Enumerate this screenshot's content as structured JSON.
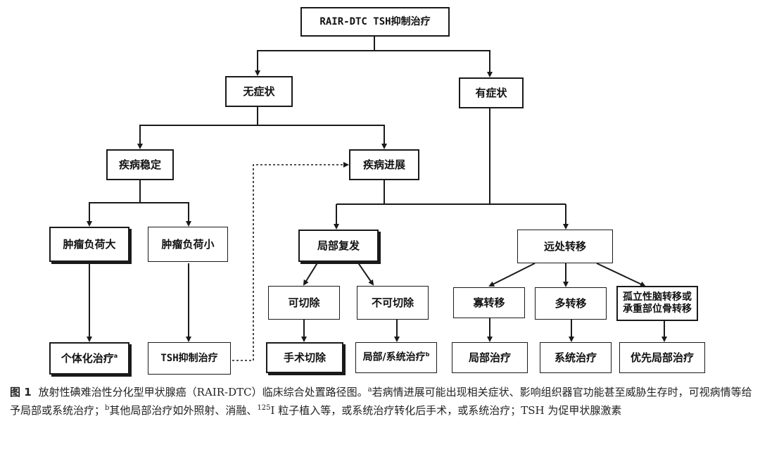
{
  "flowchart": {
    "root": "RAIR-DTC TSH抑制治疗",
    "asymptomatic": "无症状",
    "symptomatic": "有症状",
    "stable": "疾病稳定",
    "progression": "疾病进展",
    "large_burden": "肿瘤负荷大",
    "small_burden": "肿瘤负荷小",
    "individualized": "个体化治疗",
    "individualized_mark": "a",
    "tsh_suppression": "TSH抑制治疗",
    "local_recurrence": "局部复发",
    "distant_metastasis": "远处转移",
    "resectable": "可切除",
    "unresectable": "不可切除",
    "surgery": "手术切除",
    "local_systemic": "局部/系统治疗",
    "local_systemic_mark": "b",
    "oligo": "寡转移",
    "multi": "多转移",
    "brain_bone": "孤立性脑转移或\n承重部位骨转移",
    "local_therapy": "局部治疗",
    "systemic_therapy": "系统治疗",
    "priority_local": "优先局部治疗"
  },
  "caption": {
    "figure_label": "图 1",
    "part1": "放射性碘难治性分化型甲状腺癌（RAIR-DTC）临床综合处置路径图。",
    "mark_a": "a",
    "part2": "若病情进展可能出现相关症状、影响组织器官功能甚至威胁生存时，可视病情等给予局部或系统治疗；",
    "mark_b": "b",
    "part3": "其他局部治疗如外照射、消融、",
    "isotope": "125",
    "part4": "I 粒子植入等，或系统治疗转化后手术，或系统治疗；TSH 为促甲状腺激素"
  },
  "colors": {
    "line": "#1a1a1a",
    "box_border": "#1a1a1a",
    "caption_text": "#222222"
  }
}
